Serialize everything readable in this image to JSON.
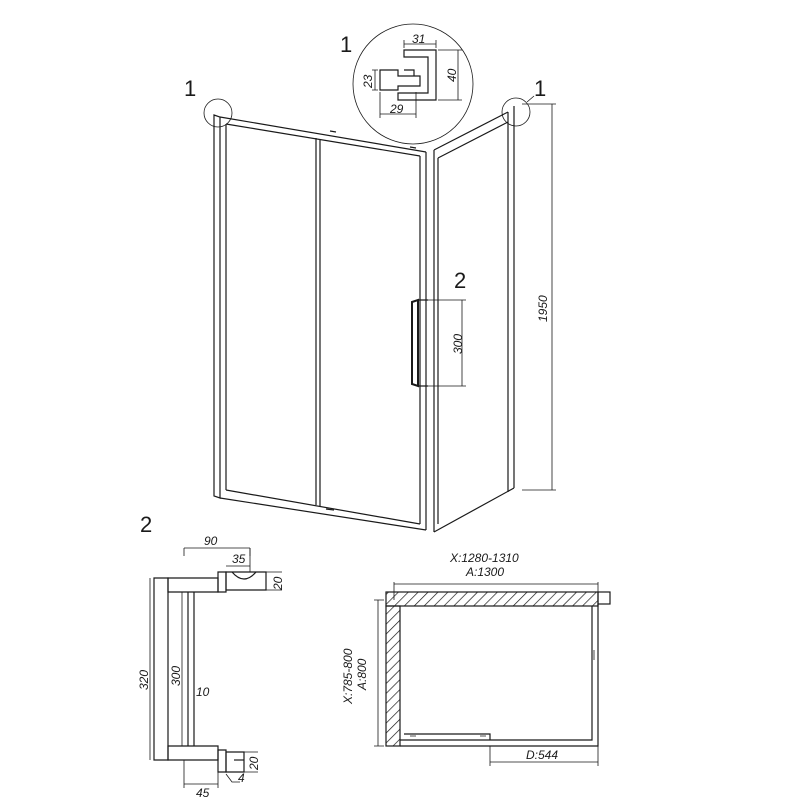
{
  "callouts": {
    "profile_top": "1",
    "profile_left": "1",
    "profile_right": "1",
    "handle_main": "2",
    "handle_detail": "2"
  },
  "profile_detail": {
    "w_top": "31",
    "h_right": "40",
    "h_left": "23",
    "w_bottom": "29"
  },
  "main_view": {
    "height": "1950",
    "handle_length": "300"
  },
  "handle_detail": {
    "width_total": "90",
    "bracket_width": "35",
    "bracket_top_h": "20",
    "height_total": "320",
    "height_inner": "300",
    "bar_diam": "10",
    "bracket_bottom_h": "20",
    "base_offset": "45",
    "small_offset": "4"
  },
  "plan_view": {
    "x_range": "X:1280-1310",
    "a_width": "A:1300",
    "x_depth": "X:785-800",
    "a_depth": "A:800",
    "door": "D:544"
  },
  "colors": {
    "line": "#1a1a1a",
    "background": "#ffffff"
  }
}
